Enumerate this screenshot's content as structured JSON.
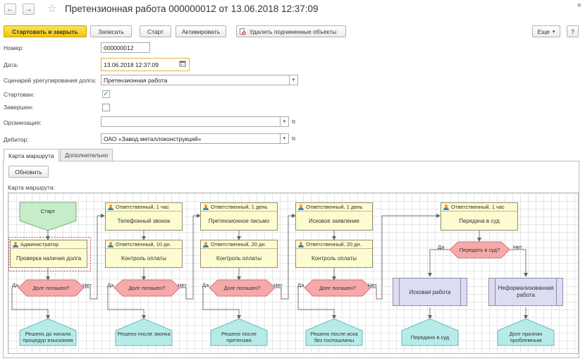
{
  "window": {
    "title": "Претензионная работа 000000012 от 13.06.2018 12:37:09",
    "back": "←",
    "forward": "→",
    "star": "☆",
    "close": "×"
  },
  "toolbar": {
    "start_close": "Стартовать и закрыть",
    "save": "Записать",
    "start": "Старт",
    "activate": "Активировать",
    "delete_sub": "Удалить подчиненные объекты",
    "more": "Еще",
    "more_arrow": "▾",
    "help": "?"
  },
  "form": {
    "number_label": "Номер:",
    "number_value": "000000012",
    "date_label": "Дата:",
    "date_value": "13.06.2018 12:37:09",
    "scenario_label": "Сценарий урегулирования долга:",
    "scenario_value": "Претензионная работа",
    "started_label": "Стартован:",
    "started_check": "✓",
    "finished_label": "Завершен:",
    "org_label": "Организация:",
    "org_value": "",
    "debtor_label": "Дебитор:",
    "debtor_value": "ОАО «Завод металлоконструкций»"
  },
  "tabs": {
    "route": "Карта маршрута",
    "extra": "Дополнительно"
  },
  "panel": {
    "refresh": "Обновить",
    "map_label": "Карта маршрута:"
  },
  "map": {
    "start": "Старт",
    "admin": "Администратор",
    "check_debt": "Проверка наличия долга",
    "resp_1h": "Ответственный, 1 час",
    "resp_1d": "Ответственный, 1 день",
    "resp_10d": "Ответственный, 10 дн.",
    "resp_20d": "Ответственный, 20 дн.",
    "call": "Телефонный звонок",
    "letter": "Претензионное письмо",
    "claim": "Исковое заявление",
    "court_transfer": "Передача в суд",
    "payment_control": "Контроль оплаты",
    "debt_paid_q": "Долг погашен?",
    "court_q": "Передать в суд?",
    "yes": "Да",
    "no": "Нет",
    "lawsuit": "Исковая работа",
    "informal": "Неформализованная работа",
    "end1": "Решено до начала процедур взыскания",
    "end2": "Решено после звонка",
    "end3": "Решено после претензии",
    "end4": "Решено после иска без госпошлины",
    "end5": "Передано в суд",
    "end6": "Долг признан проблемным"
  },
  "colors": {
    "start_fill": "#c6ecc9",
    "task_fill": "#fdfbd0",
    "decision_fill": "#f5a9a9",
    "end_fill": "#b7ebe8",
    "sub_fill": "#dcdcf2",
    "primary_button": "#f1c40f"
  }
}
